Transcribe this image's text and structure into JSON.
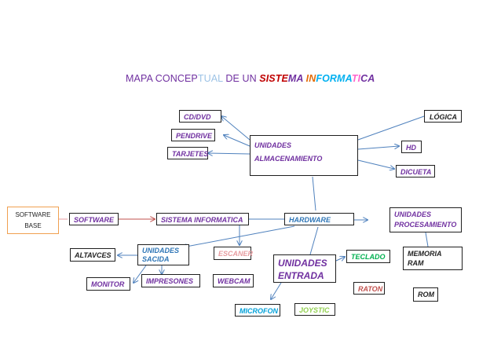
{
  "title": {
    "parts": [
      {
        "text": "MAPA CONCEP",
        "color": "#7030a0"
      },
      {
        "text": "TUAL ",
        "color": "#9dc3e6"
      },
      {
        "text": "DE UN ",
        "color": "#7030a0"
      },
      {
        "text": "SISTE",
        "color": "#c00000"
      },
      {
        "text": "MA ",
        "color": "#7030a0"
      },
      {
        "text": "IN",
        "color": "#e36c09"
      },
      {
        "text": "FORMA",
        "color": "#00b0f0"
      },
      {
        "text": "TI",
        "color": "#ff66cc"
      },
      {
        "text": "CA",
        "color": "#7030a0"
      }
    ]
  },
  "nodes": {
    "cd_dvd": "CD/DVD",
    "pendrive": "PENDRIVE",
    "tarjetes": "TARJETES",
    "unidades_almacenamiento": "UNIDADES\nALMACENAMIENTO",
    "logica": "LÓGICA",
    "hd": "HD",
    "dicueta": "DICUETA",
    "software_base": "SOFTWARE\nBASE",
    "software": "SOFTWARE",
    "sistema_informatica": "SISTEMA INFORMATICA",
    "hardware": "HARDWARE",
    "unidades_procesamiento": "UNIDADES\nPROCESAMIENTO",
    "altavces": "ALTAVCES",
    "unidades_sacida": "UNIDADES\nSACIDA",
    "escaner": "ESCANER",
    "unidades_entrada": "UNIDADES\nENTRADA",
    "teclado": "TECLADO",
    "memoria_ram": "MEMORIA\nRAM",
    "monitor": "MONITOR",
    "impresones": "IMPRESONES",
    "webcam": "WEBCAM",
    "raton": "RATON",
    "rom": "ROM",
    "microfon": "MICROFON",
    "joystic": "JOYSTIC"
  },
  "colors": {
    "connector": "#4f81bd",
    "software_connector": "#c0504d",
    "border": "#1f1f1f"
  }
}
